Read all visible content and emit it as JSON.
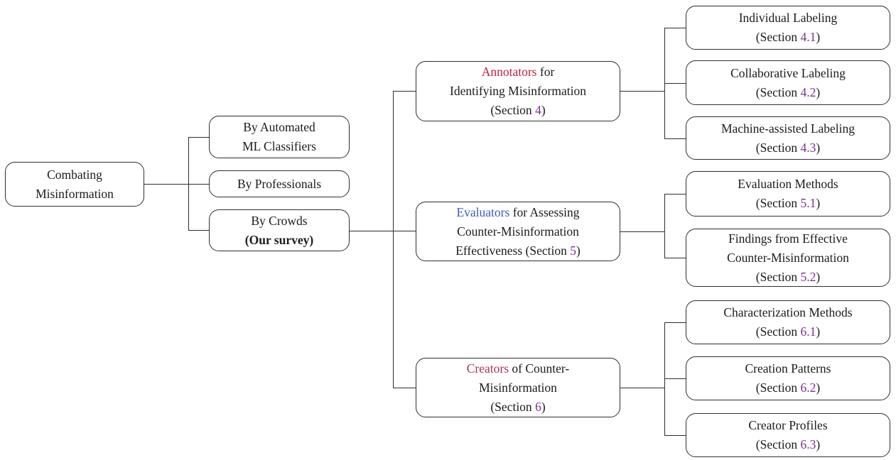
{
  "palette": {
    "kw_red": "#C5203A",
    "kw_crimson": "#AD3152",
    "kw_blue": "#3D5CB8",
    "link_purple": "#803092",
    "text": "#1B1B1B",
    "line": "#2E2E2E"
  },
  "nodes": {
    "root": {
      "line1": "Combating",
      "line2": "Misinformation"
    },
    "by_automated": {
      "line1": "By Automated",
      "line2": "ML Classifiers"
    },
    "by_professionals": {
      "line1": "By Professionals"
    },
    "by_crowds": {
      "line1": "By Crowds",
      "line2": "(Our survey)"
    },
    "annotators": {
      "keyword": "Annotators",
      "line1_rest": " for",
      "line2": "Identifying Misinformation",
      "sec_pre": "(Section ",
      "sec_num": "4",
      "sec_post": ")"
    },
    "evaluators": {
      "keyword": "Evaluators",
      "line1_rest": " for Assessing",
      "line2": "Counter-Misinformation",
      "sec_pre": "Effectiveness (Section ",
      "sec_num": "5",
      "sec_post": ")"
    },
    "creators": {
      "keyword": "Creators",
      "line1_rest": " of Counter-",
      "line2": "Misinformation",
      "sec_pre": "(Section ",
      "sec_num": "6",
      "sec_post": ")"
    },
    "individual_labeling": {
      "title": "Individual Labeling",
      "sec_pre": "(Section ",
      "sec_num": "4.1",
      "sec_post": ")"
    },
    "collaborative_labeling": {
      "title": "Collaborative Labeling",
      "sec_pre": "(Section ",
      "sec_num": "4.2",
      "sec_post": ")"
    },
    "machine_assisted_labeling": {
      "title": "Machine-assisted Labeling",
      "sec_pre": "(Section ",
      "sec_num": "4.3",
      "sec_post": ")"
    },
    "evaluation_methods": {
      "title": "Evaluation Methods",
      "sec_pre": "(Section ",
      "sec_num": "5.1",
      "sec_post": ")"
    },
    "findings_effective": {
      "title1": "Findings from Effective",
      "title2": "Counter-Misinformation",
      "sec_pre": "(Section ",
      "sec_num": "5.2",
      "sec_post": ")"
    },
    "characterization_methods": {
      "title": "Characterization Methods",
      "sec_pre": "(Section ",
      "sec_num": "6.1",
      "sec_post": ")"
    },
    "creation_patterns": {
      "title": "Creation Patterns",
      "sec_pre": "(Section ",
      "sec_num": "6.2",
      "sec_post": ")"
    },
    "creator_profiles": {
      "title": "Creator Profiles",
      "sec_pre": "(Section ",
      "sec_num": "6.3",
      "sec_post": ")"
    }
  }
}
